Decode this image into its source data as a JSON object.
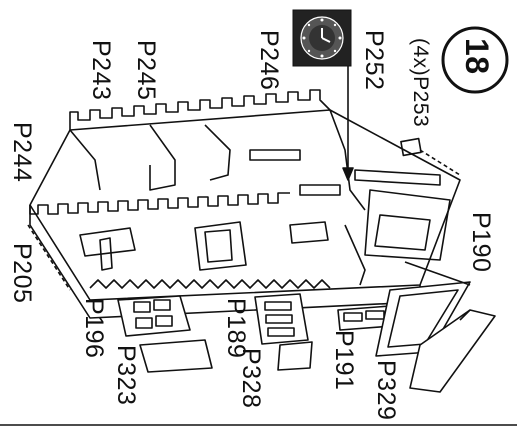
{
  "step_number": "18",
  "parts": {
    "p243": "P243",
    "p245": "P245",
    "p246": "P246",
    "p252": "P252",
    "p253": "(4x)P253",
    "p244": "P244",
    "p205": "P205",
    "p196": "P196",
    "p323": "P323",
    "p189": "P189",
    "p328": "P328",
    "p191": "P191",
    "p329": "P329",
    "p190": "P190"
  },
  "icons": {
    "clock": "clock-face-icon",
    "step_badge": "step-circle-icon"
  }
}
